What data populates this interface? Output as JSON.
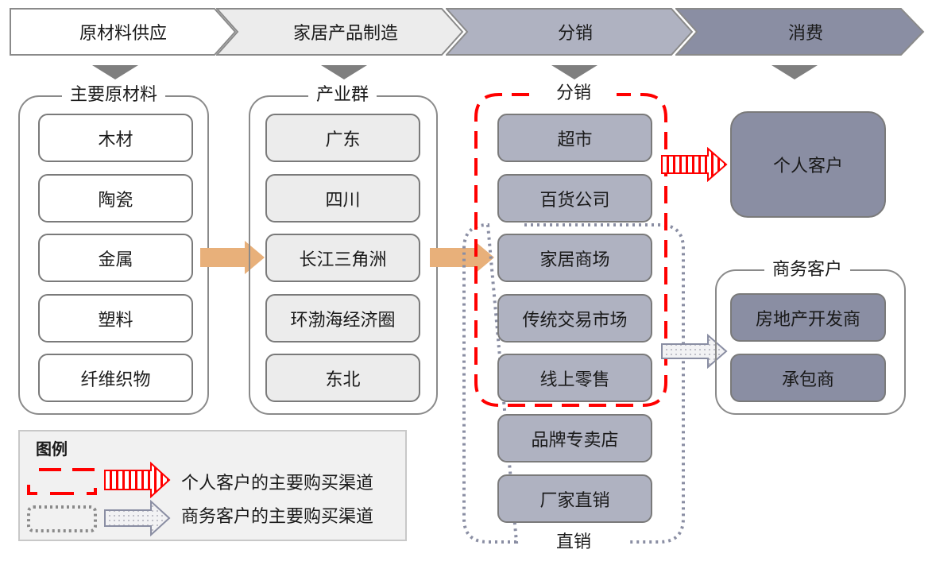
{
  "stages": [
    {
      "label": "原材料供应",
      "fill": "#ffffff"
    },
    {
      "label": "家居产品制造",
      "fill": "#ececec"
    },
    {
      "label": "分销",
      "fill": "#afb2c1"
    },
    {
      "label": "消费",
      "fill": "#8a8ea3"
    }
  ],
  "raw_materials": {
    "title": "主要原材料",
    "items": [
      "木材",
      "陶瓷",
      "金属",
      "塑料",
      "纤维织物"
    ]
  },
  "industry_clusters": {
    "title": "产业群",
    "items": [
      "广东",
      "四川",
      "长江三角洲",
      "环渤海经济圈",
      "东北"
    ]
  },
  "distribution": {
    "title": "分销",
    "direct_title": "直销",
    "items": [
      "超市",
      "百货公司",
      "家居商场",
      "传统交易市场",
      "线上零售",
      "品牌专卖店",
      "厂家直销"
    ]
  },
  "consumers": {
    "individual": "个人客户",
    "business": {
      "title": "商务客户",
      "items": [
        "房地产开发商",
        "承包商"
      ]
    }
  },
  "legend": {
    "title": "图例",
    "items": [
      {
        "label": "个人客户的主要购买渠道",
        "color": "#ff0000"
      },
      {
        "label": "商务客户的主要购买渠道",
        "color": "#8a8ea3"
      }
    ]
  },
  "colors": {
    "flow_arrow": "#e8b07a",
    "individual_channel": "#ff0000",
    "business_channel": "#8a8ea3"
  }
}
